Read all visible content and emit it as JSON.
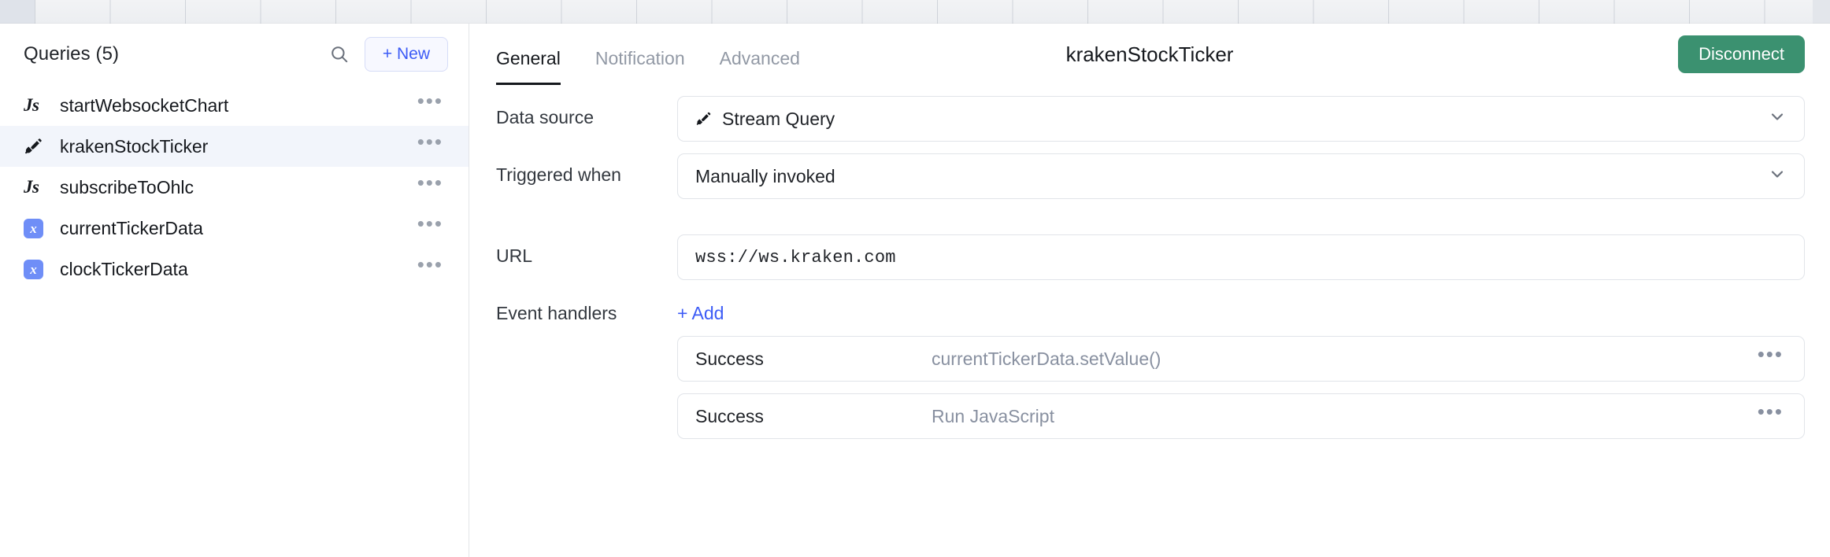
{
  "sidebar": {
    "title": "Queries (5)",
    "search_icon": "search-icon",
    "new_button": "+ New",
    "items": [
      {
        "label": "startWebsocketChart",
        "icon": "js-icon",
        "more": "•••",
        "selected": false
      },
      {
        "label": "krakenStockTicker",
        "icon": "plug-icon",
        "more": "•••",
        "selected": true
      },
      {
        "label": "subscribeToOhlc",
        "icon": "js-icon",
        "more": "•••",
        "selected": false
      },
      {
        "label": "currentTickerData",
        "icon": "x-icon",
        "more": "•••",
        "selected": false
      },
      {
        "label": "clockTickerData",
        "icon": "x-icon",
        "more": "•••",
        "selected": false
      }
    ]
  },
  "header": {
    "tabs": [
      {
        "label": "General",
        "active": true
      },
      {
        "label": "Notification",
        "active": false
      },
      {
        "label": "Advanced",
        "active": false
      }
    ],
    "title": "krakenStockTicker",
    "action_button": "Disconnect"
  },
  "form": {
    "data_source": {
      "label": "Data source",
      "value": "Stream Query",
      "icon": "plug-icon",
      "chevron": "chevron-down-icon"
    },
    "triggered_when": {
      "label": "Triggered when",
      "value": "Manually invoked",
      "chevron": "chevron-down-icon"
    },
    "url": {
      "label": "URL",
      "value": "wss://ws.kraken.com"
    },
    "event_handlers": {
      "label": "Event handlers",
      "add_label": "+ Add",
      "rows": [
        {
          "event": "Success",
          "action": "currentTickerData.setValue()",
          "more": "•••"
        },
        {
          "event": "Success",
          "action": "Run JavaScript",
          "more": "•••"
        }
      ]
    }
  },
  "colors": {
    "accent_blue": "#3c5bf6",
    "disconnect_green": "#3b9170",
    "selected_row": "#f2f5fb",
    "x_badge_blue": "#6f8ef7",
    "muted_text": "#8890a0"
  }
}
